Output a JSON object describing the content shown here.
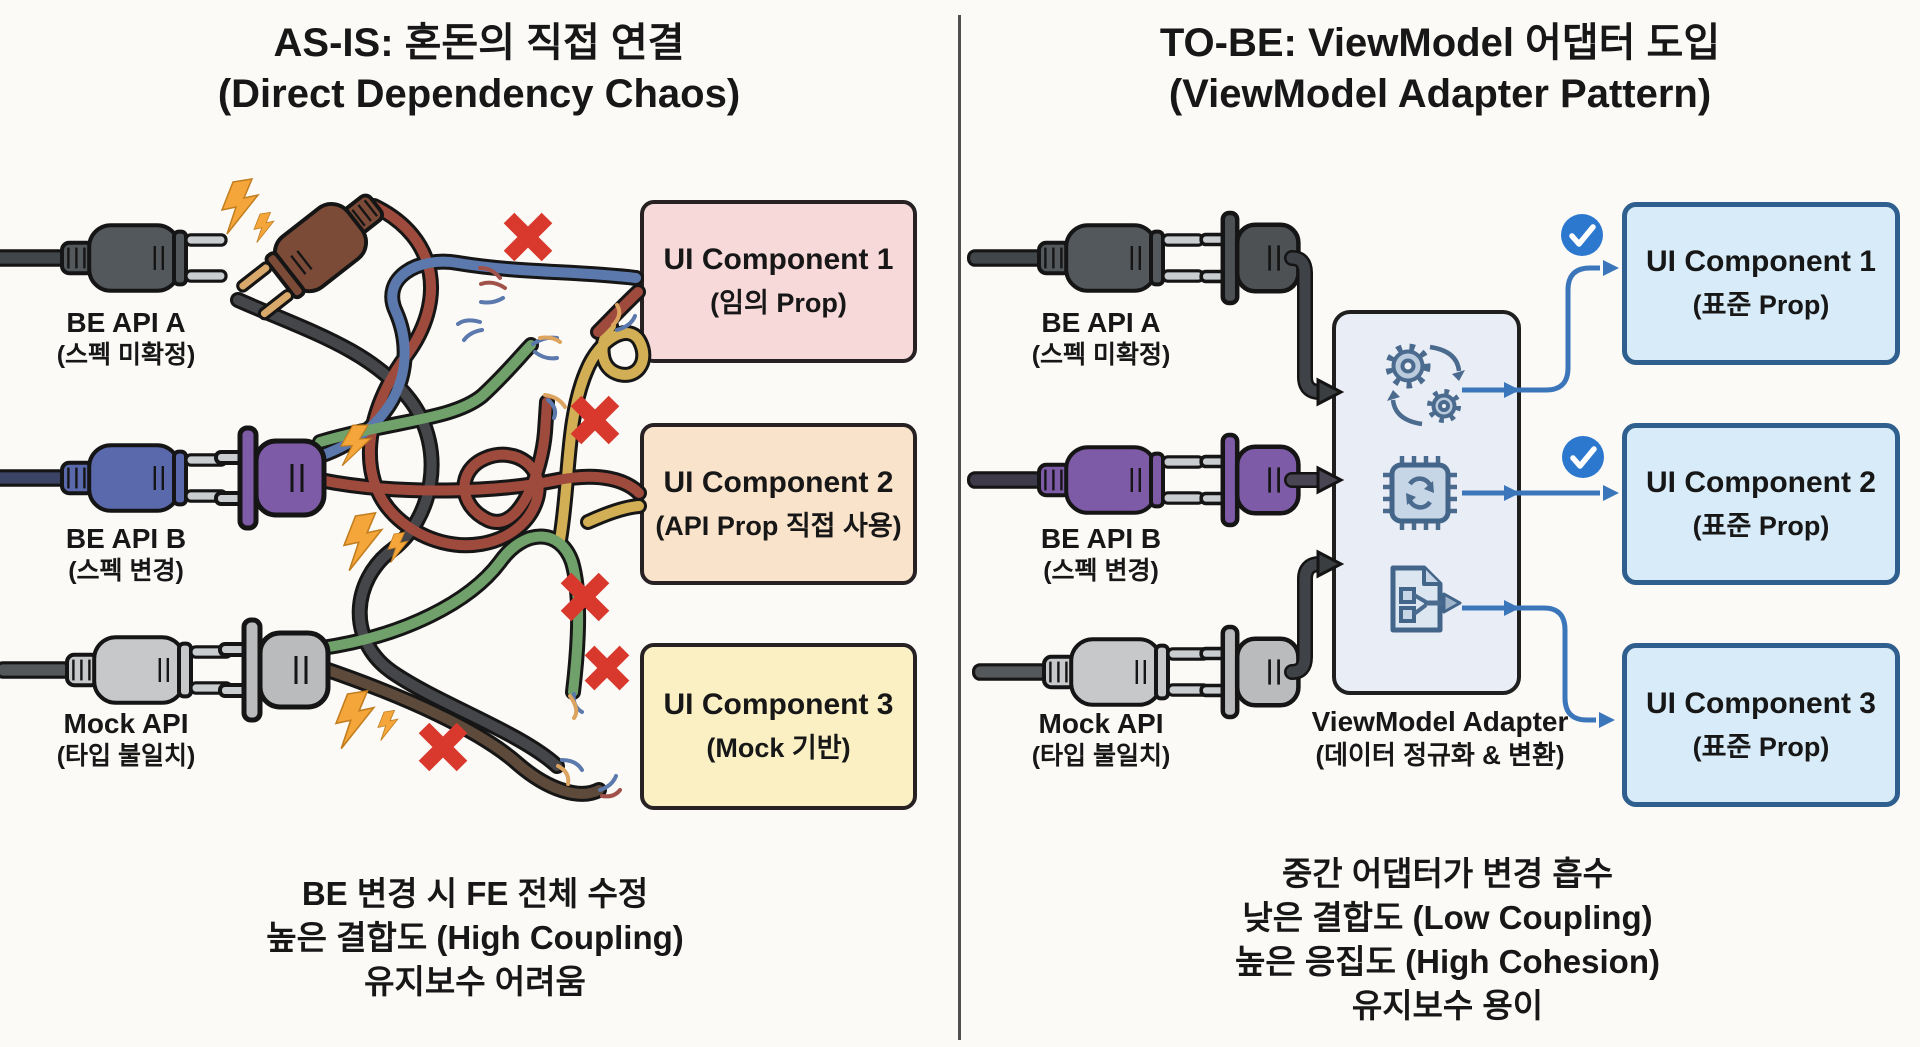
{
  "left_panel": {
    "title_line1": "AS-IS: 혼돈의 직접 연결",
    "title_line2": "(Direct Dependency Chaos)",
    "apis": [
      {
        "name": "BE API A",
        "note": "(스펙 미확정)"
      },
      {
        "name": "BE API B",
        "note": "(스펙 변경)"
      },
      {
        "name": "Mock API",
        "note": "(타입 불일치)"
      }
    ],
    "components": [
      {
        "title": "UI Component 1",
        "subtitle": "(임의 Prop)"
      },
      {
        "title": "UI Component 2",
        "subtitle": "(API Prop 직접 사용)"
      },
      {
        "title": "UI Component 3",
        "subtitle": "(Mock 기반)"
      }
    ],
    "caption": [
      "BE 변경 시 FE 전체 수정",
      "높은 결합도 (High Coupling)",
      "유지보수 어려움"
    ]
  },
  "right_panel": {
    "title_line1": "TO-BE: ViewModel 어댑터 도입",
    "title_line2": "(ViewModel Adapter Pattern)",
    "apis": [
      {
        "name": "BE API A",
        "note": "(스펙 미확정)"
      },
      {
        "name": "BE API B",
        "note": "(스펙 변경)"
      },
      {
        "name": "Mock API",
        "note": "(타입 불일치)"
      }
    ],
    "adapter": {
      "title": "ViewModel Adapter",
      "subtitle": "(데이터 정규화 & 변환)"
    },
    "components": [
      {
        "title": "UI Component 1",
        "subtitle": "(표준 Prop)"
      },
      {
        "title": "UI Component 2",
        "subtitle": "(표준 Prop)"
      },
      {
        "title": "UI Component 3",
        "subtitle": "(표준 Prop)"
      }
    ],
    "caption": [
      "중간 어댑터가 변경 흡수",
      "낮은 결합도 (Low Coupling)",
      "높은 응집도 (High Cohesion)",
      "유지보수 용이"
    ]
  },
  "icons": [
    "plug-icon",
    "socket-icon",
    "lightning-icon",
    "x-icon",
    "check-icon",
    "gears-sync-icon",
    "chip-sync-icon",
    "document-flow-icon",
    "arrow-icon"
  ],
  "colors": {
    "background": "#fbfaf7",
    "divider": "#4f4f4f",
    "component_pink": "#f7d9da",
    "component_peach": "#fae3cb",
    "component_yellow": "#faf0c4",
    "component_blue": "#d8ebf8",
    "component_blue_border": "#2f5f8e",
    "adapter_fill": "#e9edf5",
    "error_red": "#d8392c",
    "lightning_orange": "#f4a63b",
    "check_blue": "#2d78cf",
    "arrow_blue": "#3b76bb",
    "plug_dark": "#53585c",
    "plug_brown": "#7b4b38",
    "plug_blue": "#5a69ab",
    "plug_purple": "#7d5ba6",
    "plug_gray": "#c6c8ca",
    "wire_maroon": "#9e4a3c",
    "wire_green": "#71a16b",
    "wire_blue": "#5b79ad",
    "wire_yellow": "#d2ae55",
    "wire_brown": "#5d4a3b",
    "wire_dark": "#45464a"
  }
}
